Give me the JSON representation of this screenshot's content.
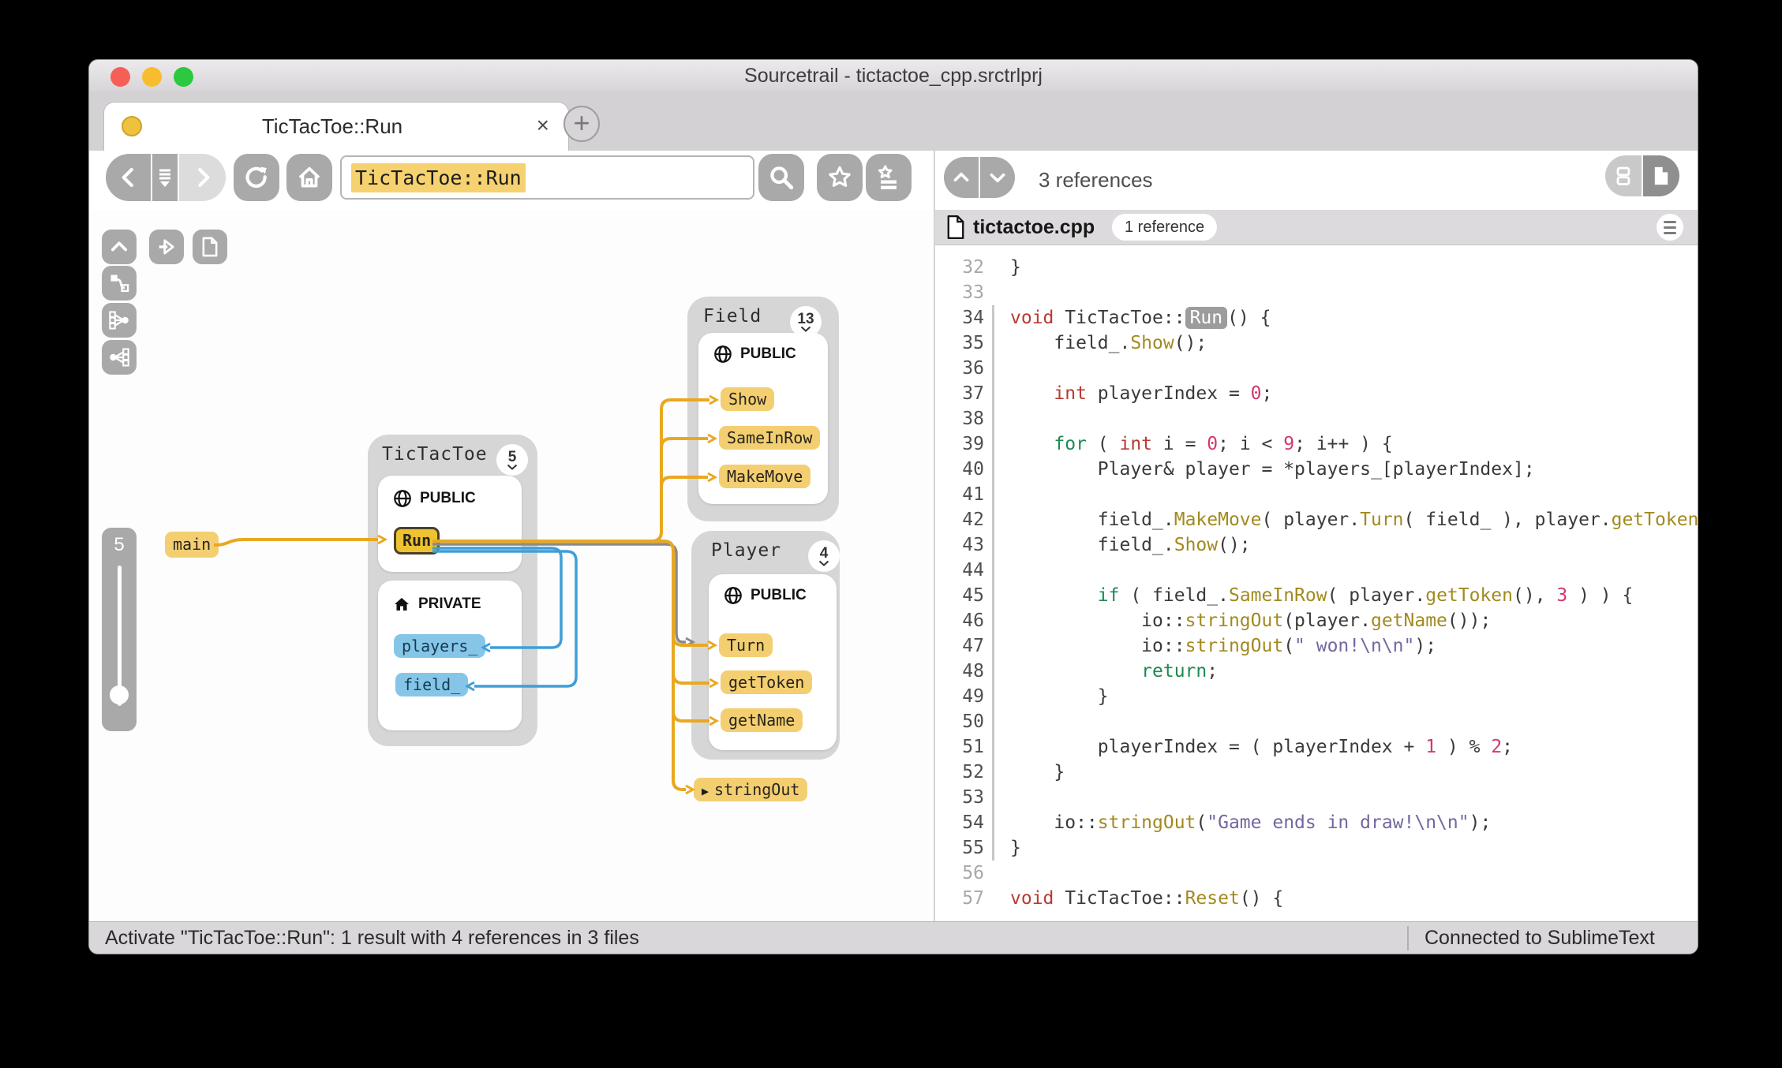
{
  "window": {
    "title": "Sourcetrail - tictactoe_cpp.srctrlprj"
  },
  "tab": {
    "label": "TicTacToe::Run",
    "close": "×",
    "new_tab": "+"
  },
  "toolbar": {
    "search_value": "TicTacToe::Run"
  },
  "graph": {
    "depth_value": "5",
    "main_node": "main",
    "string_out_node": "stringOut",
    "zoom_in": "+",
    "zoom_out": "−",
    "help": "?",
    "clusters": [
      {
        "name": "TicTacToe",
        "badge": "5",
        "sections": [
          {
            "label": "PUBLIC",
            "icon": "globe-icon",
            "nodes": [
              "Run"
            ]
          },
          {
            "label": "PRIVATE",
            "icon": "home-icon",
            "nodes": [
              "players_",
              "field_"
            ]
          }
        ]
      },
      {
        "name": "Field",
        "badge": "13",
        "sections": [
          {
            "label": "PUBLIC",
            "icon": "globe-icon",
            "nodes": [
              "Show",
              "SameInRow",
              "MakeMove"
            ]
          }
        ]
      },
      {
        "name": "Player",
        "badge": "4",
        "sections": [
          {
            "label": "PUBLIC",
            "icon": "globe-icon",
            "nodes": [
              "Turn",
              "getToken",
              "getName"
            ]
          }
        ]
      }
    ],
    "colors": {
      "node_amber": "#f3cf72",
      "node_active": "#eec231",
      "node_blue": "#85c6e8",
      "edge_yellow": "#e9a820",
      "edge_blue": "#3f9ed8",
      "edge_gray": "#8a8a8a"
    }
  },
  "references": {
    "count_label": "3 references",
    "file_name": "tictactoe.cpp",
    "file_badge": "1 reference"
  },
  "code": {
    "lines": [
      {
        "n": 32,
        "scope": false,
        "tokens": [
          [
            "plain",
            "}"
          ]
        ]
      },
      {
        "n": 33,
        "scope": false,
        "tokens": []
      },
      {
        "n": 34,
        "scope": true,
        "tokens": [
          [
            "kw",
            "void"
          ],
          [
            "plain",
            " TicTacToe::"
          ],
          [
            "ref",
            "Run"
          ],
          [
            "plain",
            "() {"
          ]
        ]
      },
      {
        "n": 35,
        "scope": true,
        "tokens": [
          [
            "plain",
            "    field_."
          ],
          [
            "fn",
            "Show"
          ],
          [
            "plain",
            "();"
          ]
        ]
      },
      {
        "n": 36,
        "scope": true,
        "tokens": []
      },
      {
        "n": 37,
        "scope": true,
        "tokens": [
          [
            "plain",
            "    "
          ],
          [
            "kw",
            "int"
          ],
          [
            "plain",
            " playerIndex = "
          ],
          [
            "num",
            "0"
          ],
          [
            "plain",
            ";"
          ]
        ]
      },
      {
        "n": 38,
        "scope": true,
        "tokens": []
      },
      {
        "n": 39,
        "scope": true,
        "tokens": [
          [
            "plain",
            "    "
          ],
          [
            "ctrl",
            "for"
          ],
          [
            "plain",
            " ( "
          ],
          [
            "kw",
            "int"
          ],
          [
            "plain",
            " i = "
          ],
          [
            "num",
            "0"
          ],
          [
            "plain",
            "; i < "
          ],
          [
            "num",
            "9"
          ],
          [
            "plain",
            "; i++ ) {"
          ]
        ]
      },
      {
        "n": 40,
        "scope": true,
        "tokens": [
          [
            "plain",
            "        Player& player = *players_[playerIndex];"
          ]
        ]
      },
      {
        "n": 41,
        "scope": true,
        "tokens": []
      },
      {
        "n": 42,
        "scope": true,
        "tokens": [
          [
            "plain",
            "        field_."
          ],
          [
            "fn",
            "MakeMove"
          ],
          [
            "plain",
            "( player."
          ],
          [
            "fn",
            "Turn"
          ],
          [
            "plain",
            "( field_ ), player."
          ],
          [
            "fn",
            "getToken"
          ],
          [
            "plain",
            "() );"
          ]
        ]
      },
      {
        "n": 43,
        "scope": true,
        "tokens": [
          [
            "plain",
            "        field_."
          ],
          [
            "fn",
            "Show"
          ],
          [
            "plain",
            "();"
          ]
        ]
      },
      {
        "n": 44,
        "scope": true,
        "tokens": []
      },
      {
        "n": 45,
        "scope": true,
        "tokens": [
          [
            "plain",
            "        "
          ],
          [
            "ctrl",
            "if"
          ],
          [
            "plain",
            " ( field_."
          ],
          [
            "fn",
            "SameInRow"
          ],
          [
            "plain",
            "( player."
          ],
          [
            "fn",
            "getToken"
          ],
          [
            "plain",
            "(), "
          ],
          [
            "num",
            "3"
          ],
          [
            "plain",
            " ) ) {"
          ]
        ]
      },
      {
        "n": 46,
        "scope": true,
        "tokens": [
          [
            "plain",
            "            io::"
          ],
          [
            "fn",
            "stringOut"
          ],
          [
            "plain",
            "(player."
          ],
          [
            "fn",
            "getName"
          ],
          [
            "plain",
            "());"
          ]
        ]
      },
      {
        "n": 47,
        "scope": true,
        "tokens": [
          [
            "plain",
            "            io::"
          ],
          [
            "fn",
            "stringOut"
          ],
          [
            "plain",
            "("
          ],
          [
            "str",
            "\" won!\\n\\n\""
          ],
          [
            "plain",
            ");"
          ]
        ]
      },
      {
        "n": 48,
        "scope": true,
        "tokens": [
          [
            "plain",
            "            "
          ],
          [
            "ctrl",
            "return"
          ],
          [
            "plain",
            ";"
          ]
        ]
      },
      {
        "n": 49,
        "scope": true,
        "tokens": [
          [
            "plain",
            "        }"
          ]
        ]
      },
      {
        "n": 50,
        "scope": true,
        "tokens": []
      },
      {
        "n": 51,
        "scope": true,
        "tokens": [
          [
            "plain",
            "        playerIndex = ( playerIndex + "
          ],
          [
            "num",
            "1"
          ],
          [
            "plain",
            " ) % "
          ],
          [
            "num",
            "2"
          ],
          [
            "plain",
            ";"
          ]
        ]
      },
      {
        "n": 52,
        "scope": true,
        "tokens": [
          [
            "plain",
            "    }"
          ]
        ]
      },
      {
        "n": 53,
        "scope": true,
        "tokens": []
      },
      {
        "n": 54,
        "scope": true,
        "tokens": [
          [
            "plain",
            "    io::"
          ],
          [
            "fn",
            "stringOut"
          ],
          [
            "plain",
            "("
          ],
          [
            "str",
            "\"Game ends in draw!\\n\\n\""
          ],
          [
            "plain",
            ");"
          ]
        ]
      },
      {
        "n": 55,
        "scope": true,
        "tokens": [
          [
            "plain",
            "}"
          ]
        ]
      },
      {
        "n": 56,
        "scope": false,
        "tokens": []
      },
      {
        "n": 57,
        "scope": false,
        "tokens": [
          [
            "kw",
            "void"
          ],
          [
            "plain",
            " TicTacToe::"
          ],
          [
            "fn",
            "Reset"
          ],
          [
            "plain",
            "() {"
          ]
        ]
      }
    ]
  },
  "status_bar": {
    "left": "Activate \"TicTacToe::Run\": 1 result with 4 references in 3 files",
    "right": "Connected to SublimeText"
  }
}
